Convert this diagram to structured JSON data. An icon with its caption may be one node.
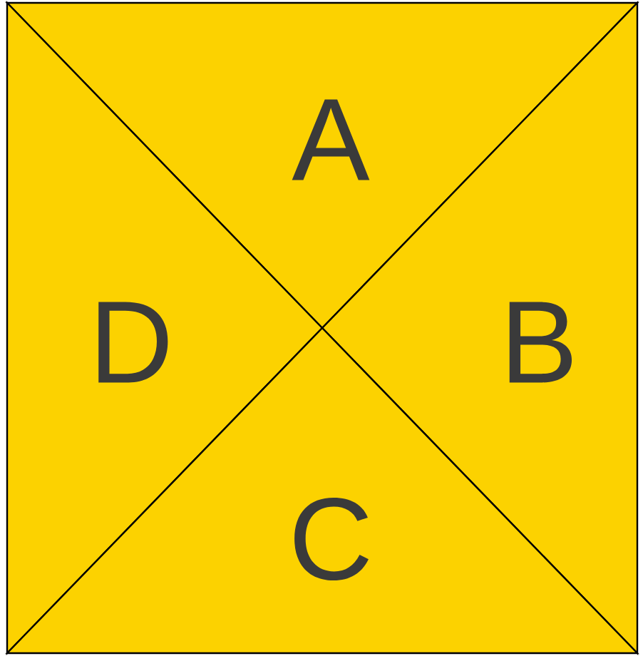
{
  "diagram": {
    "nodes": [
      {
        "text": [
          "A"
        ]
      },
      {
        "text": [
          "D"
        ]
      },
      {
        "text": [
          "B"
        ]
      },
      {
        "text": [
          "C"
        ]
      }
    ]
  }
}
